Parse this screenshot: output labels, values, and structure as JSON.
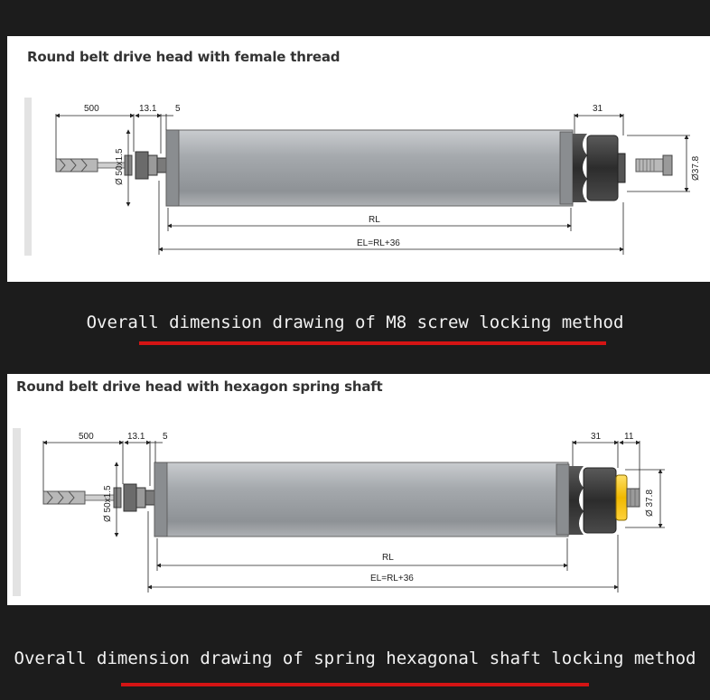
{
  "colors": {
    "background": "#1c1c1c",
    "panel": "#ffffff",
    "caption_text": "#f2f2f2",
    "accent_underline": "#d41414",
    "tube": "#a9adb1",
    "drive_head": "#3a3a3a",
    "spring_shaft": "#f2c200"
  },
  "drawing1": {
    "title": "Round belt drive head with female thread",
    "dims": {
      "d500": "500",
      "d13": "13.1",
      "d5": "5",
      "d31": "31",
      "dia50": "Ø 50x1.5",
      "dia37": "Ø37.8",
      "rl": "RL",
      "el": "EL=RL+36"
    },
    "caption": "Overall dimension drawing of M8 screw locking method"
  },
  "drawing2": {
    "title": "Round belt drive head with hexagon spring shaft",
    "dims": {
      "d500": "500",
      "d13": "13.1",
      "d5": "5",
      "d31": "31",
      "d11": "11",
      "dia50": "Ø 50x1.5",
      "dia37": "Ø 37.8",
      "rl": "RL",
      "el": "EL=RL+36"
    },
    "caption": "Overall dimension drawing of spring hexagonal shaft locking method"
  }
}
